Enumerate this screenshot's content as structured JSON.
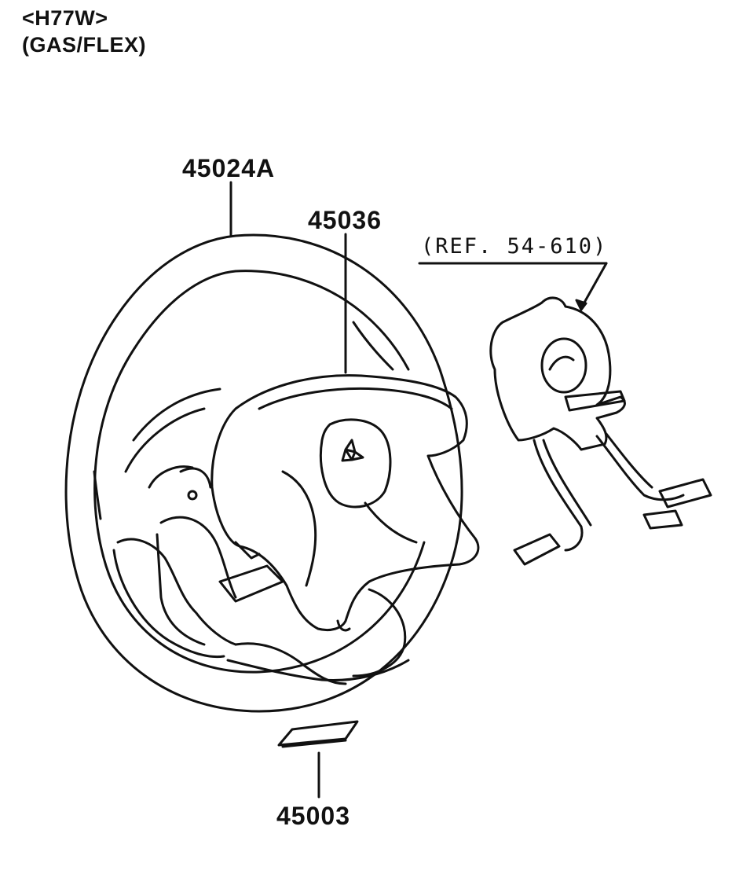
{
  "header": {
    "model": "<H77W>",
    "variant": "(GAS/FLEX)"
  },
  "parts": [
    {
      "number": "45024A"
    },
    {
      "number": "45036"
    },
    {
      "number": "45003"
    }
  ],
  "reference": {
    "text": "(REF. 54-610)"
  }
}
